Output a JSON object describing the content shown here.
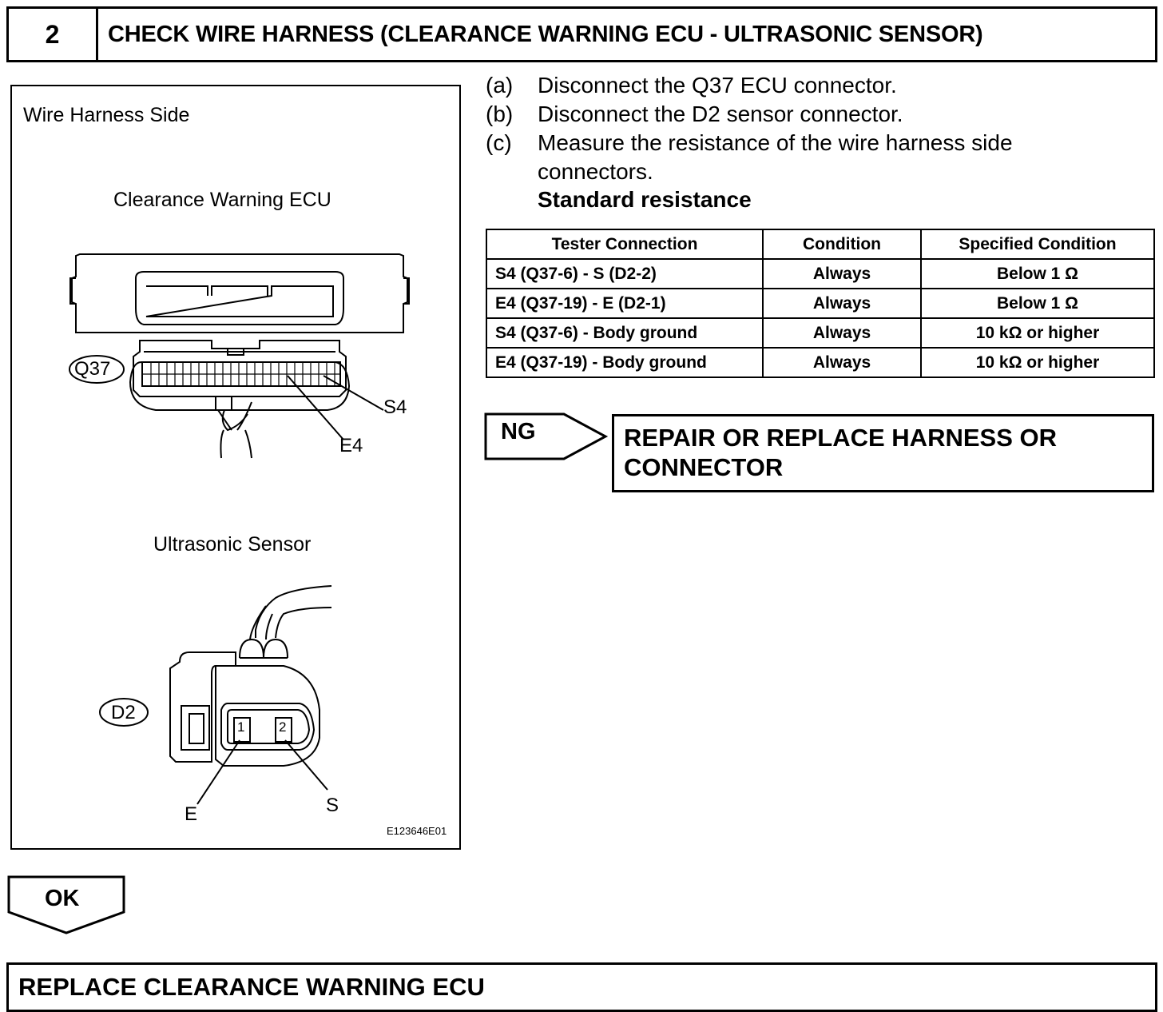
{
  "header": {
    "step_number": "2",
    "title": "CHECK WIRE HARNESS (CLEARANCE WARNING ECU - ULTRASONIC SENSOR)"
  },
  "figure": {
    "side_label": "Wire Harness Side",
    "ecu_title": "Clearance Warning ECU",
    "ecu_connector_id": "Q37",
    "ecu_pin_s4": "S4",
    "ecu_pin_e4": "E4",
    "sensor_title": "Ultrasonic Sensor",
    "sensor_connector_id": "D2",
    "sensor_pin1_number": "1",
    "sensor_pin2_number": "2",
    "sensor_pin_e": "E",
    "sensor_pin_s": "S",
    "figure_code": "E123646E01"
  },
  "instructions": {
    "steps": [
      {
        "letter": "(a)",
        "text": "Disconnect the Q37 ECU connector."
      },
      {
        "letter": "(b)",
        "text": "Disconnect the D2 sensor connector."
      },
      {
        "letter": "(c)",
        "text": "Measure the resistance of the wire harness side",
        "text_line2": "connectors."
      }
    ],
    "standard_label": "Standard resistance"
  },
  "spec_table": {
    "headers": [
      "Tester Connection",
      "Condition",
      "Specified Condition"
    ],
    "rows": [
      [
        "S4 (Q37-6) - S (D2-2)",
        "Always",
        "Below 1 Ω"
      ],
      [
        "E4 (Q37-19) - E (D2-1)",
        "Always",
        "Below 1 Ω"
      ],
      [
        "S4 (Q37-6) - Body ground",
        "Always",
        "10 kΩ or higher"
      ],
      [
        "E4 (Q37-19) - Body ground",
        "Always",
        "10 kΩ or higher"
      ]
    ]
  },
  "ng_result": {
    "label": "NG",
    "action_line1": "REPAIR OR REPLACE HARNESS OR",
    "action_line2": "CONNECTOR"
  },
  "ok_result": {
    "label": "OK"
  },
  "final_action": "REPLACE CLEARANCE WARNING ECU"
}
